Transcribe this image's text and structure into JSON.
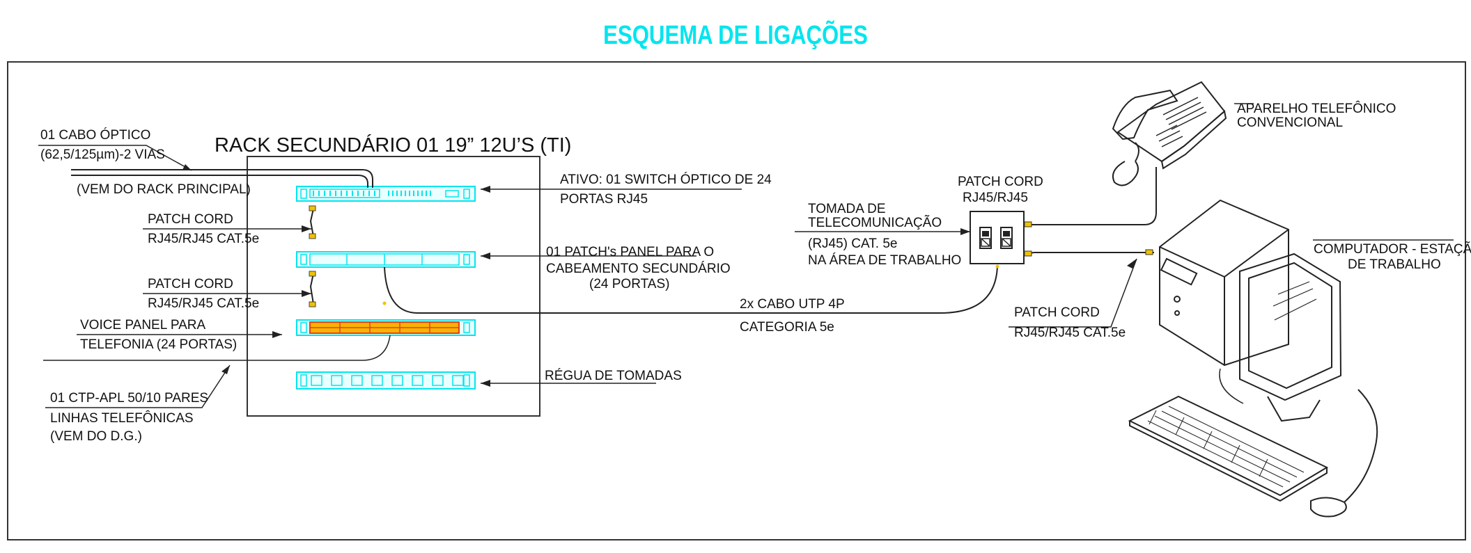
{
  "title": "ESQUEMA DE LIGAÇÕES",
  "rack_title": "RACK SECUNDÁRIO 01 19” 12U’S (TI)",
  "labels": {
    "optical_cable_1": "01 CABO ÓPTICO",
    "optical_cable_2": "(62,5/125µm)-2 VIAS",
    "optical_cable_3": "(VEM DO RACK PRINCIPAL)",
    "patch_cord_a_1": "PATCH CORD",
    "patch_cord_a_2": "RJ45/RJ45 CAT.5e",
    "patch_cord_b_1": "PATCH CORD",
    "patch_cord_b_2": "RJ45/RJ45 CAT.5e",
    "voice_panel_1": "VOICE PANEL PARA",
    "voice_panel_2": "TELEFONIA (24 PORTAS)",
    "ctp_1": "01 CTP-APL 50/10 PARES",
    "ctp_2": "LINHAS TELEFÔNICAS",
    "ctp_3": "(VEM DO D.G.)",
    "switch_1": "ATIVO: 01 SWITCH ÓPTICO DE 24",
    "switch_2": "PORTAS RJ45",
    "patch_panel_1": "01 PATCH's PANEL PARA O",
    "patch_panel_2": "CABEAMENTO SECUNDÁRIO",
    "patch_panel_3": "(24 PORTAS)",
    "power_strip": "RÉGUA DE TOMADAS",
    "utp_1": "2x CABO UTP 4P",
    "utp_2": "CATEGORIA 5e",
    "outlet_1": "TOMADA DE",
    "outlet_2": "TELECOMUNICAÇÃO",
    "outlet_3": "(RJ45) CAT. 5e",
    "outlet_4": "NA ÁREA DE TRABALHO",
    "wall_patch_1": "PATCH CORD",
    "wall_patch_2": "RJ45/RJ45",
    "phone_1": "APARELHO TELEFÔNICO",
    "phone_2": "CONVENCIONAL",
    "computer_1": "COMPUTADOR - ESTAÇÃO",
    "computer_2": "DE TRABALHO",
    "pc_patch_1": "PATCH CORD",
    "pc_patch_2": "RJ45/RJ45 CAT.5e"
  },
  "colors": {
    "title": "#00e5ee",
    "equipment": "#00e5ee",
    "voice_panel": "#e83c1e",
    "patch_ports": "#f2c200",
    "lines": "#222222"
  }
}
